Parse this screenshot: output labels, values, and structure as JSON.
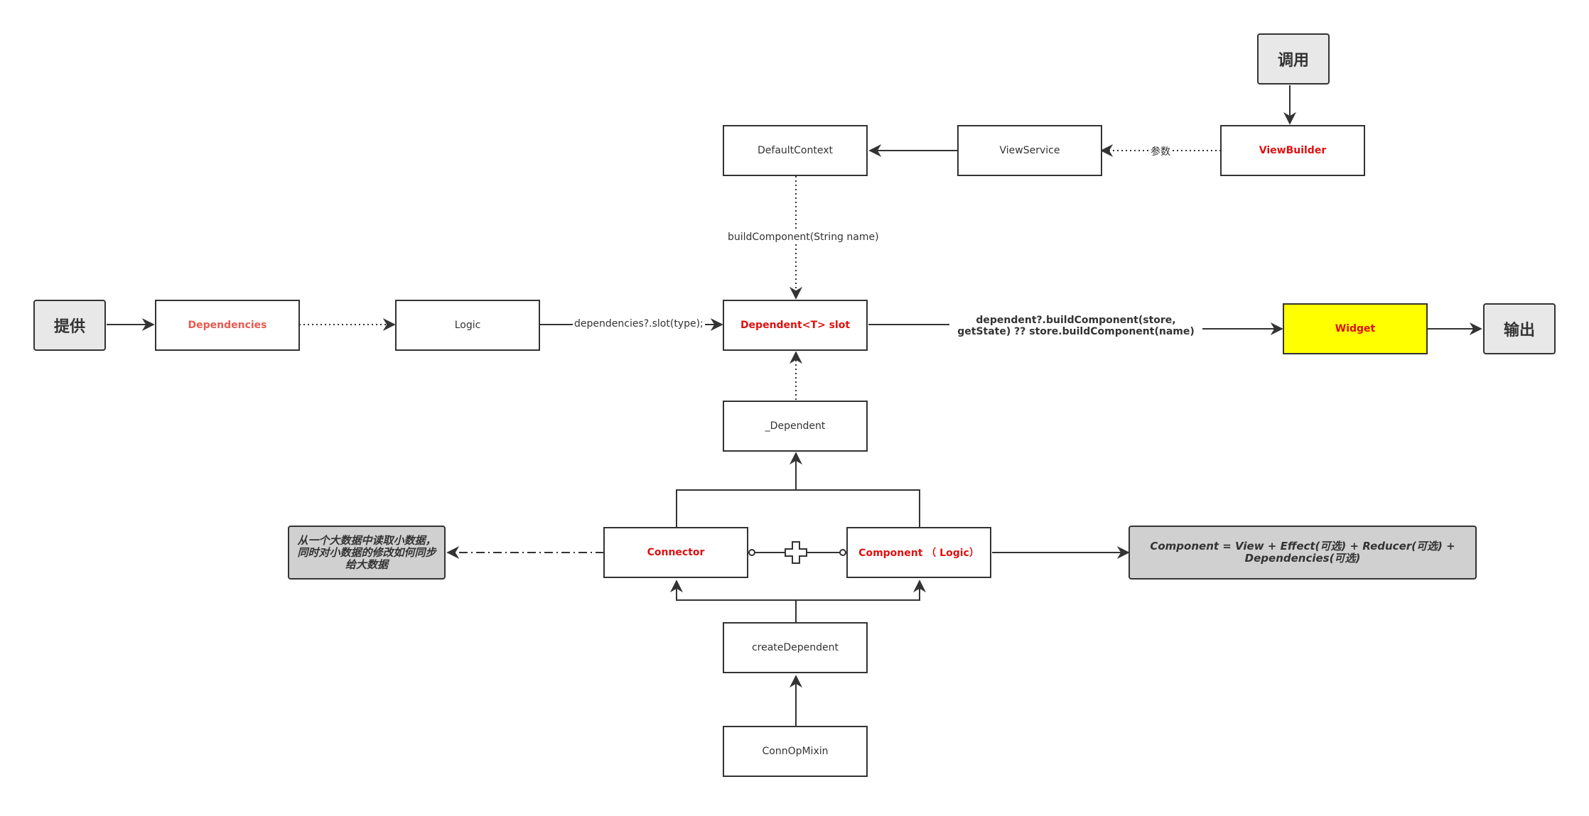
{
  "nodes": {
    "call": "调用",
    "provide": "提供",
    "output": "输出",
    "default_context": "DefaultContext",
    "view_service": "ViewService",
    "view_builder": "ViewBuilder",
    "dependencies": "Dependencies",
    "logic": "Logic",
    "dependent_slot": "Dependent<T> slot",
    "widget": "Widget",
    "private_dependent": "_Dependent",
    "connector": "Connector",
    "component_logic": "Component （ Logic）",
    "create_dependent": "createDependent",
    "conn_op_mixin": "ConnOpMixin"
  },
  "notes": {
    "connector_note": "从一个大数据中读取小数据，同时对小数据的修改如何同步给大数据",
    "component_note": "Component = View + Effect(可选) + Reducer(可选) + Dependencies(可选)"
  },
  "edge_labels": {
    "params": "参数",
    "build_component": "buildComponent(String name)",
    "dependencies_slot": "dependencies?.slot(type);",
    "build_output": "dependent?.buildComponent(store, getState) ?? store.buildComponent(name)"
  },
  "colors": {
    "stroke": "#333333",
    "highlight_text": "#e01010",
    "widget_fill": "#ffff00",
    "terminal_fill": "#e8e8e8",
    "note_fill": "#d0d0d0"
  }
}
